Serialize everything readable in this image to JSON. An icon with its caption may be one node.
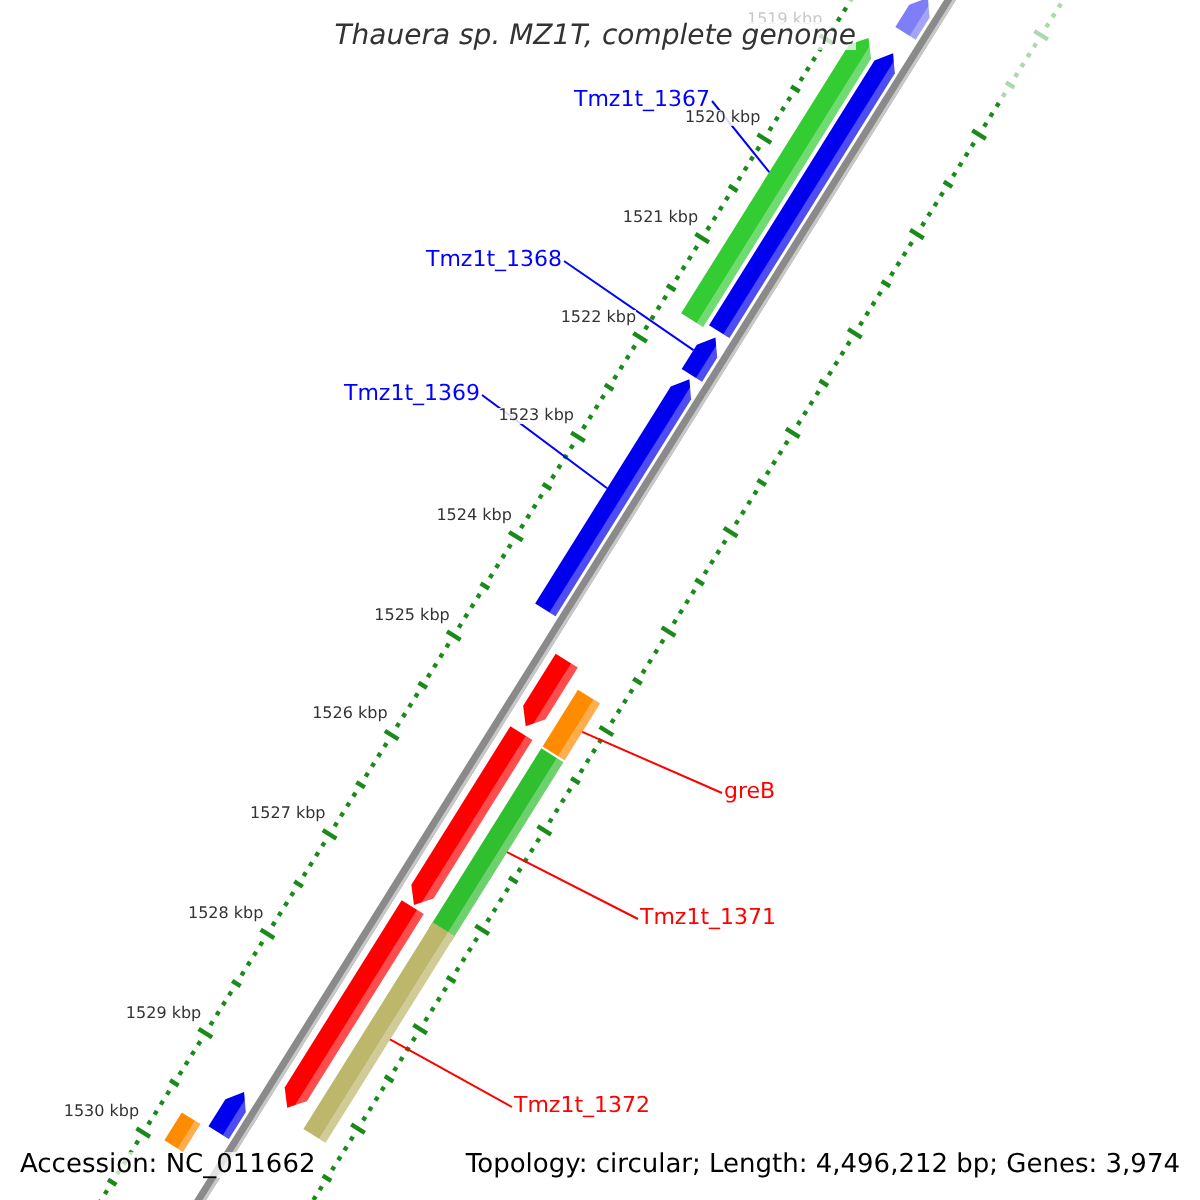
{
  "diagram": {
    "title": "Thauera sp. MZ1T, complete genome",
    "nodes": [
      {
        "text": [
          "Tmz1t_1367"
        ]
      },
      {
        "text": [],
        "shape": "arrow"
      },
      {
        "text": [],
        "shape": "arrow"
      },
      {
        "text": [],
        "shape": "arrow"
      },
      {
        "text": [
          "Tmz1t_1368"
        ]
      },
      {
        "text": [],
        "shape": "arrow"
      },
      {
        "text": [
          "Tmz1t_1369"
        ]
      },
      {
        "text": [],
        "shape": "arrow"
      },
      {
        "text": [],
        "shape": "arrow"
      },
      {
        "text": [],
        "shape": "box"
      },
      {
        "text": [
          "greB"
        ]
      },
      {
        "text": [],
        "shape": "arrow"
      },
      {
        "text": [],
        "shape": "box"
      },
      {
        "text": [
          "Tmz1t_1371"
        ]
      },
      {
        "text": [],
        "shape": "arrow"
      },
      {
        "text": [],
        "shape": "box"
      },
      {
        "text": [
          "Tmz1t_1372"
        ]
      },
      {
        "text": [],
        "shape": "arrow"
      },
      {
        "text": [],
        "shape": "box"
      }
    ],
    "edges": [
      {
        "from": 0,
        "to": 2,
        "arrow": "none",
        "color": "#0000ff"
      },
      {
        "from": 4,
        "to": 5,
        "arrow": "none",
        "color": "#0000ff"
      },
      {
        "from": 6,
        "to": 7,
        "arrow": "none",
        "color": "#0000ff"
      },
      {
        "from": 10,
        "to": 9,
        "arrow": "none",
        "color": "#ff0000"
      },
      {
        "from": 13,
        "to": 12,
        "arrow": "none",
        "color": "#ff0000"
      },
      {
        "from": 16,
        "to": 15,
        "arrow": "none",
        "color": "#ff0000"
      }
    ],
    "labels": [
      "1519 kbp",
      "1520 kbp",
      "1521 kbp",
      "1522 kbp",
      "1523 kbp",
      "1524 kbp",
      "1525 kbp",
      "1526 kbp",
      "1527 kbp",
      "1528 kbp",
      "1529 kbp",
      "1530 kbp",
      "Accession: NC_011662",
      "Topology: circular; Length: 4,496,212 bp; Genes: 3,974"
    ]
  }
}
